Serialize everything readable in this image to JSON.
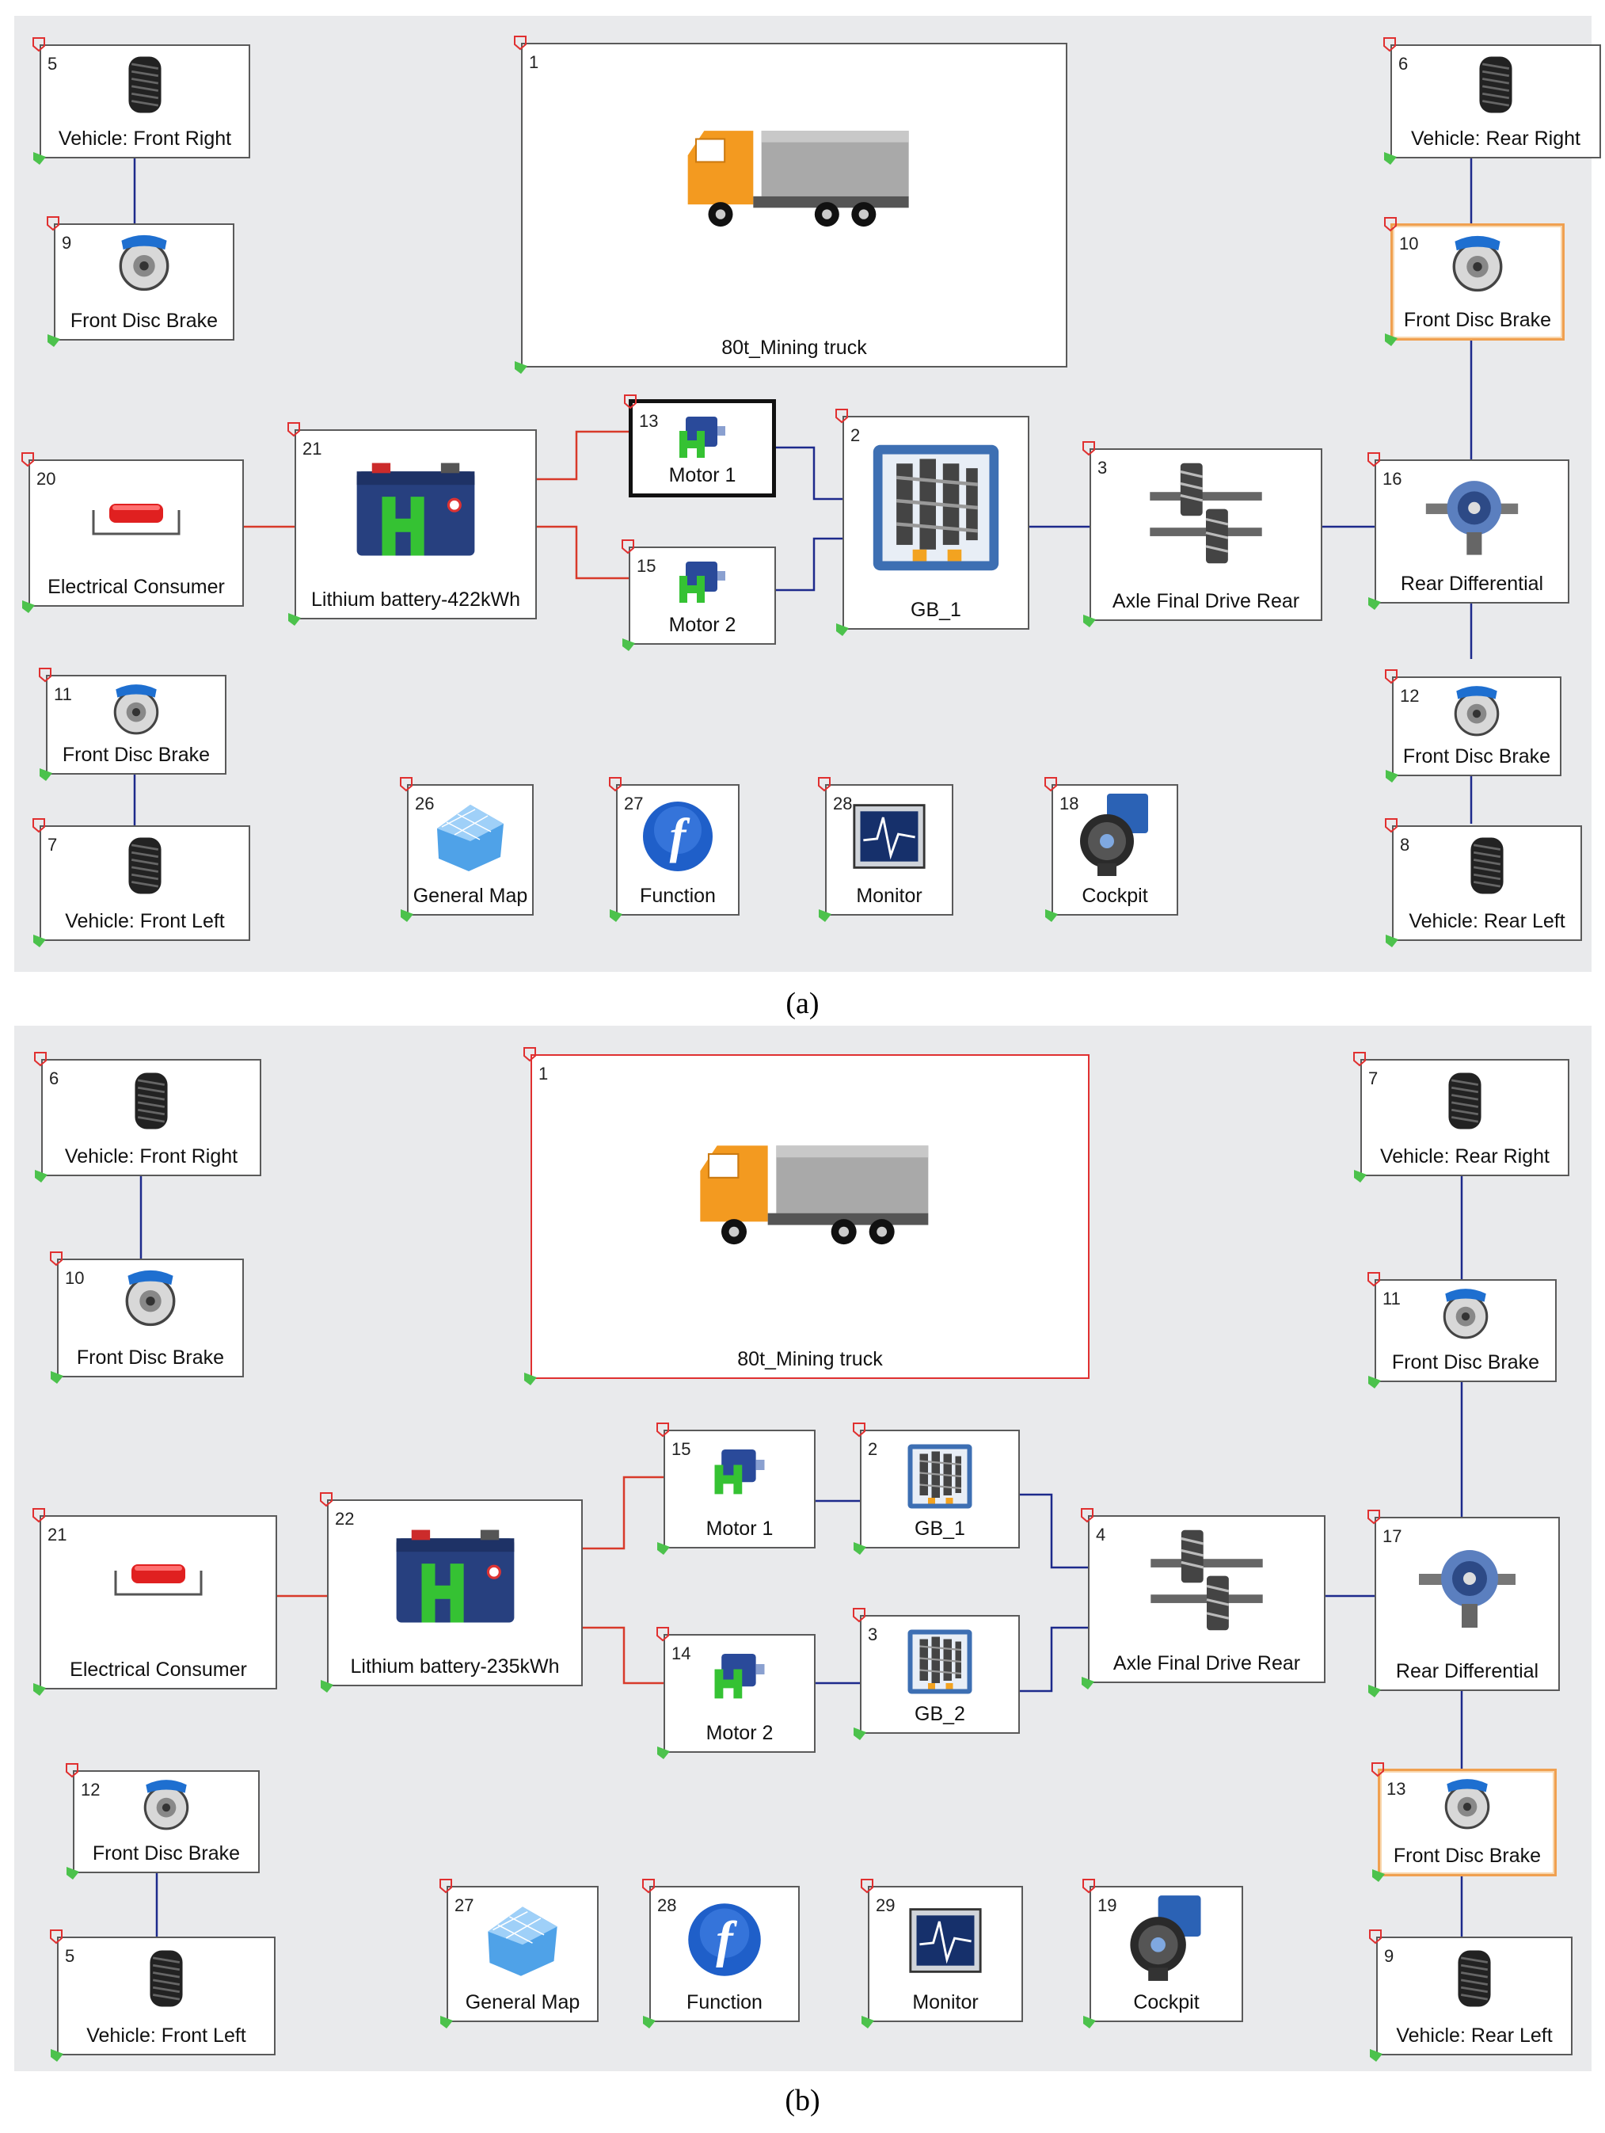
{
  "captions": {
    "a": "(a)",
    "b": "(b)"
  },
  "panel_a": {
    "blocks": {
      "tire_fr": {
        "num": "5",
        "label": "Vehicle: Front Right"
      },
      "brake_fr": {
        "num": "9",
        "label": "Front Disc Brake"
      },
      "truck": {
        "num": "1",
        "label": "80t_Mining truck"
      },
      "tire_rr": {
        "num": "6",
        "label": "Vehicle: Rear Right"
      },
      "brake_rr": {
        "num": "10",
        "label": "Front Disc Brake"
      },
      "consumer": {
        "num": "20",
        "label": "Electrical Consumer"
      },
      "battery": {
        "num": "21",
        "label": "Lithium battery-422kWh"
      },
      "motor1": {
        "num": "13",
        "label": "Motor 1"
      },
      "motor2": {
        "num": "15",
        "label": "Motor 2"
      },
      "gearbox": {
        "num": "2",
        "label": "GB_1"
      },
      "axle": {
        "num": "3",
        "label": "Axle Final Drive Rear"
      },
      "diff": {
        "num": "16",
        "label": "Rear Differential"
      },
      "brake_fl": {
        "num": "11",
        "label": "Front Disc Brake"
      },
      "tire_fl": {
        "num": "7",
        "label": "Vehicle: Front Left"
      },
      "genmap": {
        "num": "26",
        "label": "General Map"
      },
      "function": {
        "num": "27",
        "label": "Function"
      },
      "monitor": {
        "num": "28",
        "label": "Monitor"
      },
      "cockpit": {
        "num": "18",
        "label": "Cockpit"
      },
      "brake_rl": {
        "num": "12",
        "label": "Front Disc Brake"
      },
      "tire_rl": {
        "num": "8",
        "label": "Vehicle: Rear Left"
      }
    }
  },
  "panel_b": {
    "blocks": {
      "tire_fr": {
        "num": "6",
        "label": "Vehicle: Front Right"
      },
      "brake_fr": {
        "num": "10",
        "label": "Front Disc Brake"
      },
      "truck": {
        "num": "1",
        "label": "80t_Mining truck"
      },
      "tire_rr": {
        "num": "7",
        "label": "Vehicle: Rear Right"
      },
      "brake_rr": {
        "num": "11",
        "label": "Front Disc Brake"
      },
      "consumer": {
        "num": "21",
        "label": "Electrical Consumer"
      },
      "battery": {
        "num": "22",
        "label": "Lithium battery-235kWh"
      },
      "motor1": {
        "num": "15",
        "label": "Motor 1"
      },
      "motor2": {
        "num": "14",
        "label": "Motor 2"
      },
      "gb1": {
        "num": "2",
        "label": "GB_1"
      },
      "gb2": {
        "num": "3",
        "label": "GB_2"
      },
      "axle": {
        "num": "4",
        "label": "Axle Final Drive Rear"
      },
      "diff": {
        "num": "17",
        "label": "Rear Differential"
      },
      "brake_fl": {
        "num": "12",
        "label": "Front Disc Brake"
      },
      "tire_fl": {
        "num": "5",
        "label": "Vehicle: Front Left"
      },
      "genmap": {
        "num": "27",
        "label": "General Map"
      },
      "function": {
        "num": "28",
        "label": "Function"
      },
      "monitor": {
        "num": "29",
        "label": "Monitor"
      },
      "cockpit": {
        "num": "19",
        "label": "Cockpit"
      },
      "brake_rl": {
        "num": "13",
        "label": "Front Disc Brake"
      },
      "tire_rl": {
        "num": "9",
        "label": "Vehicle: Rear Left"
      }
    }
  },
  "colors": {
    "electric_wire": "#d83a2a",
    "mechanical_wire": "#1d2a8c",
    "panel_bg": "#e9eaec"
  },
  "icons": {
    "tire": "tire-icon",
    "brake": "disc-brake-icon",
    "truck": "truck-icon",
    "battery": "battery-icon",
    "consumer": "resistor-icon",
    "motor": "motor-icon",
    "gearbox": "gearbox-icon",
    "axle": "axle-gear-icon",
    "diff": "differential-icon",
    "genmap": "map-surface-icon",
    "function": "function-icon",
    "monitor": "monitor-icon",
    "cockpit": "steering-wheel-icon"
  }
}
